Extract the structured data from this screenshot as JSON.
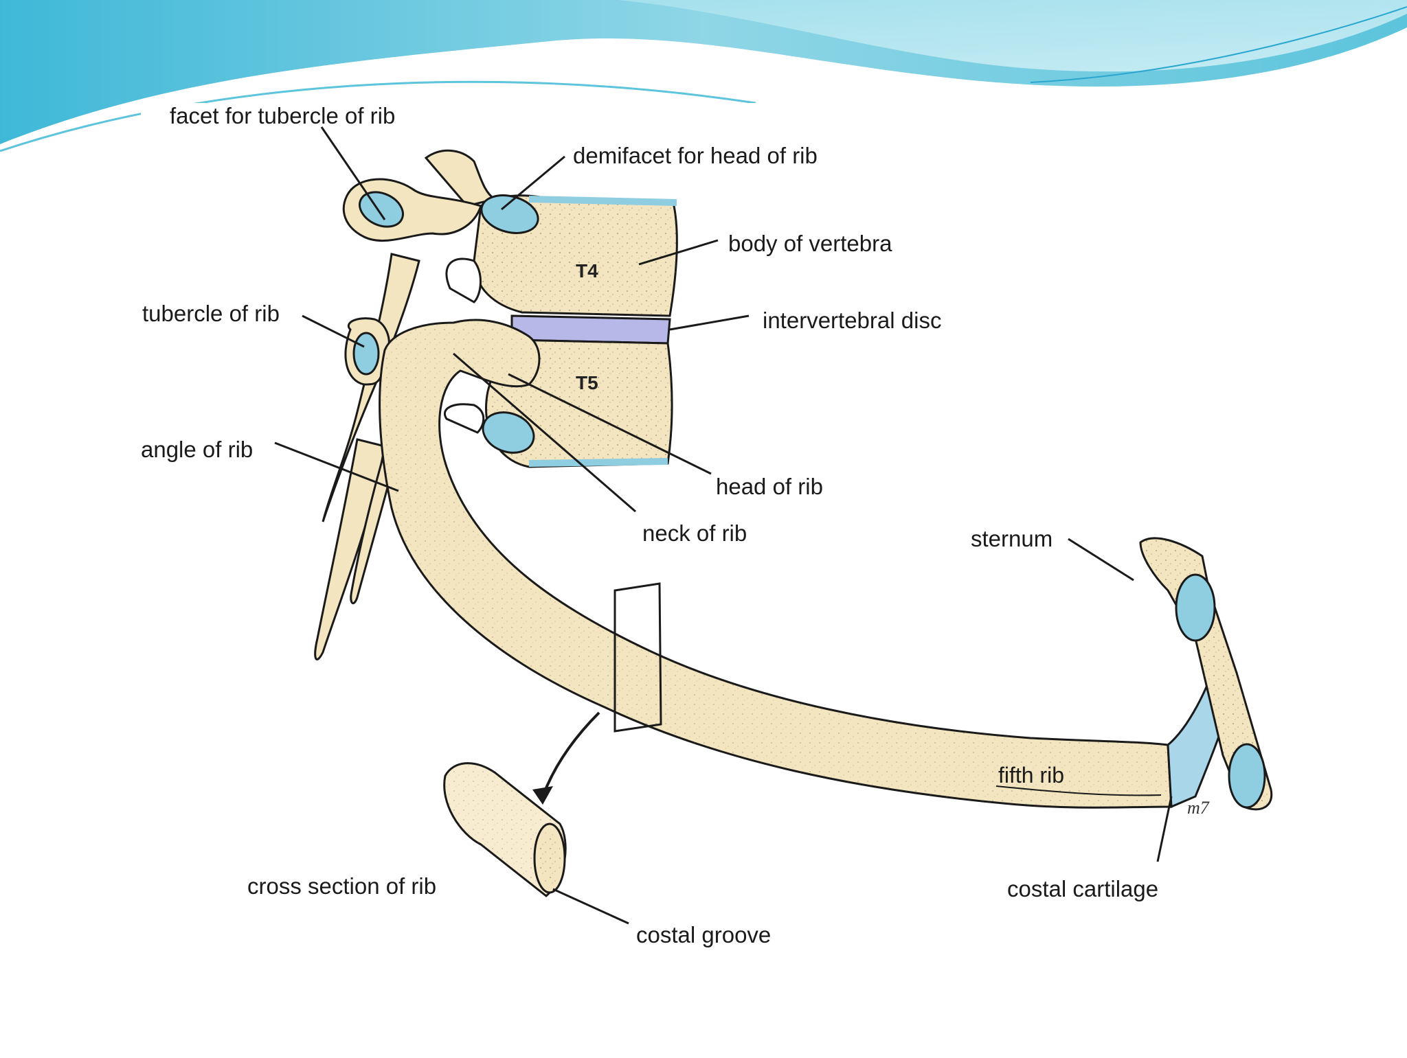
{
  "figure": {
    "vertebra_labels": {
      "upper": "T4",
      "lower": "T5"
    },
    "rib_label": "fifth rib",
    "signature": "m7"
  },
  "labels": {
    "facet_tubercle": "facet for tubercle of rib",
    "demifacet_head": "demifacet for head of rib",
    "body_vertebra": "body of vertebra",
    "tubercle_rib": "tubercle of rib",
    "intervertebral_disc": "intervertebral disc",
    "angle_rib": "angle of rib",
    "head_rib": "head of rib",
    "neck_rib": "neck of rib",
    "sternum": "sternum",
    "cross_section": "cross section of rib",
    "costal_groove": "costal groove",
    "costal_cartilage": "costal cartilage"
  },
  "colors": {
    "bone": "#f3e5c0",
    "cartilage": "#a9d6e8",
    "facet": "#8fcde0",
    "disc": "#b7b8e8",
    "header_wave": "#7ccfe0"
  }
}
